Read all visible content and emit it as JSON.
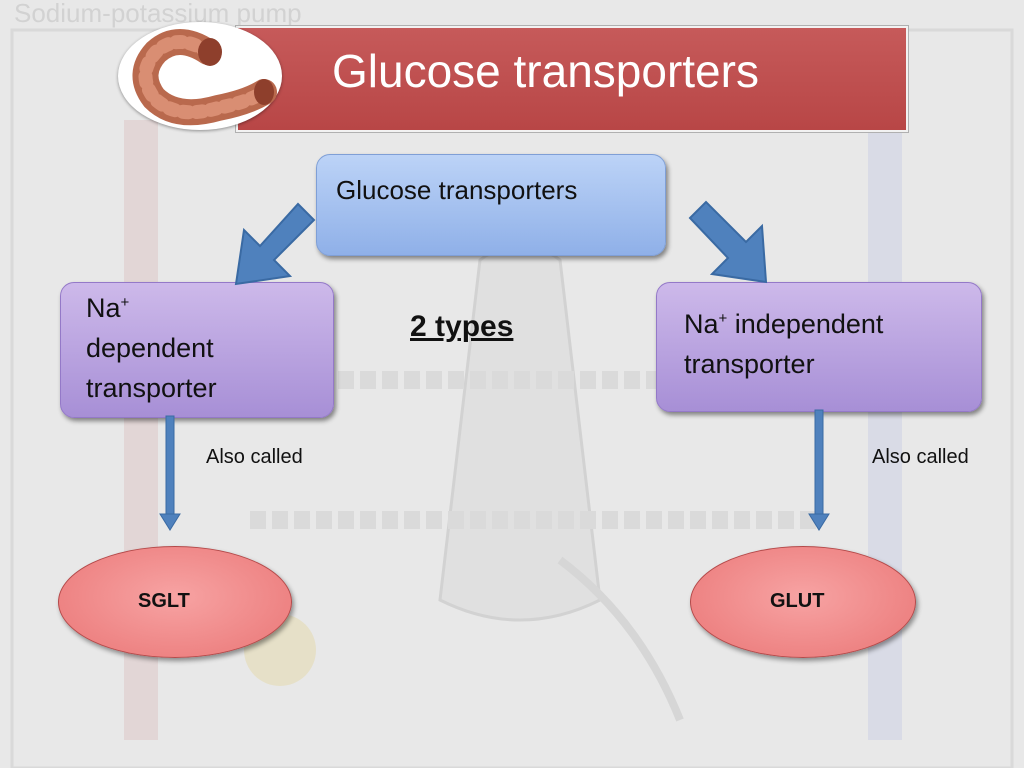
{
  "slide": {
    "title": "Glucose transporters",
    "watermark_title": "Sodium-potassium pump",
    "root_box": "Glucose transporters",
    "left_box": {
      "line1": "Na",
      "sup": "+",
      "line2": "dependent",
      "line3": "transporter"
    },
    "right_box": {
      "line1": "Na",
      "sup": "+",
      "line1_rest": " independent",
      "line2": "transporter"
    },
    "types_label": "2 types",
    "also_called_left": "Also called",
    "also_called_right": "Also called",
    "left_result": "SGLT",
    "right_result": "GLUT"
  },
  "colors": {
    "banner": "#c0504d",
    "root_box": "#9fbdf0",
    "side_boxes": "#b9a3e0",
    "ovals": "#f08a8a",
    "arrows": "#4f81bd"
  },
  "icons": {
    "logo": "intestine-icon"
  }
}
